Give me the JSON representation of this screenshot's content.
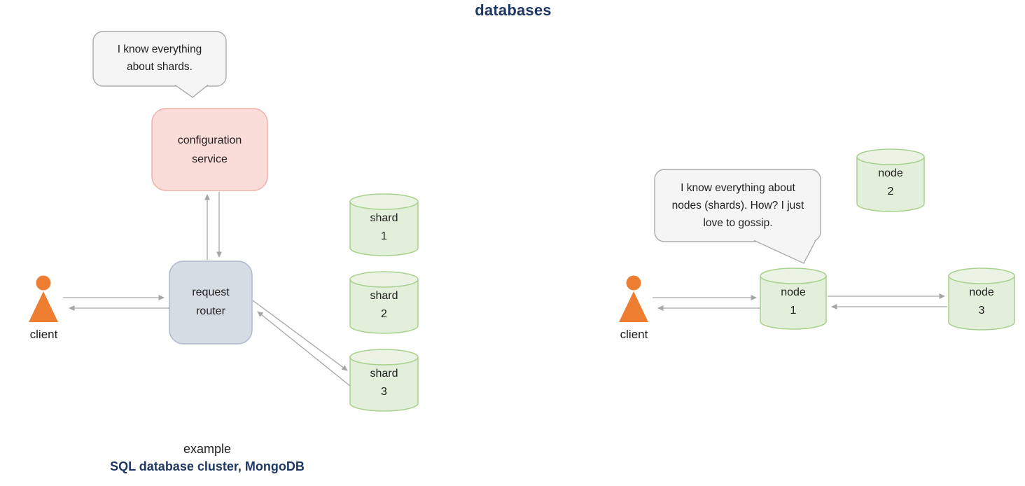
{
  "title": "databases",
  "colors": {
    "navy": "#1f3864",
    "text": "#1f1f1f",
    "orange": "#ed7d31",
    "green_fill": "#e2efda",
    "green_top": "#ebf4e4",
    "green_stroke": "#a9d18e",
    "pink_fill": "#fadcd9",
    "pink_stroke": "#f0b2aa",
    "bluegray_fill": "#d6dce4",
    "bluegray_stroke": "#aeb9ca",
    "bubble_fill": "#f5f5f5",
    "bubble_stroke": "#ababab",
    "arrow": "#a6a6a6"
  },
  "left_diagram": {
    "speech_bubble_lines": [
      "I know everything",
      "about shards."
    ],
    "config_service_lines": [
      "configuration",
      "service"
    ],
    "request_router_lines": [
      "request",
      "router"
    ],
    "client_label": "client",
    "client_icon": "person-silhouette",
    "shards": [
      {
        "name": "shard",
        "num": "1"
      },
      {
        "name": "shard",
        "num": "2"
      },
      {
        "name": "shard",
        "num": "3"
      }
    ],
    "caption_line1": "example",
    "caption_line2": "SQL database cluster, MongoDB"
  },
  "right_diagram": {
    "speech_bubble_lines": [
      "I know everything about",
      "nodes (shards). How? I just",
      "love to gossip."
    ],
    "client_label": "client",
    "client_icon": "person-silhouette",
    "nodes": [
      {
        "name": "node",
        "num": "2"
      },
      {
        "name": "node",
        "num": "1"
      },
      {
        "name": "node",
        "num": "3"
      }
    ]
  }
}
